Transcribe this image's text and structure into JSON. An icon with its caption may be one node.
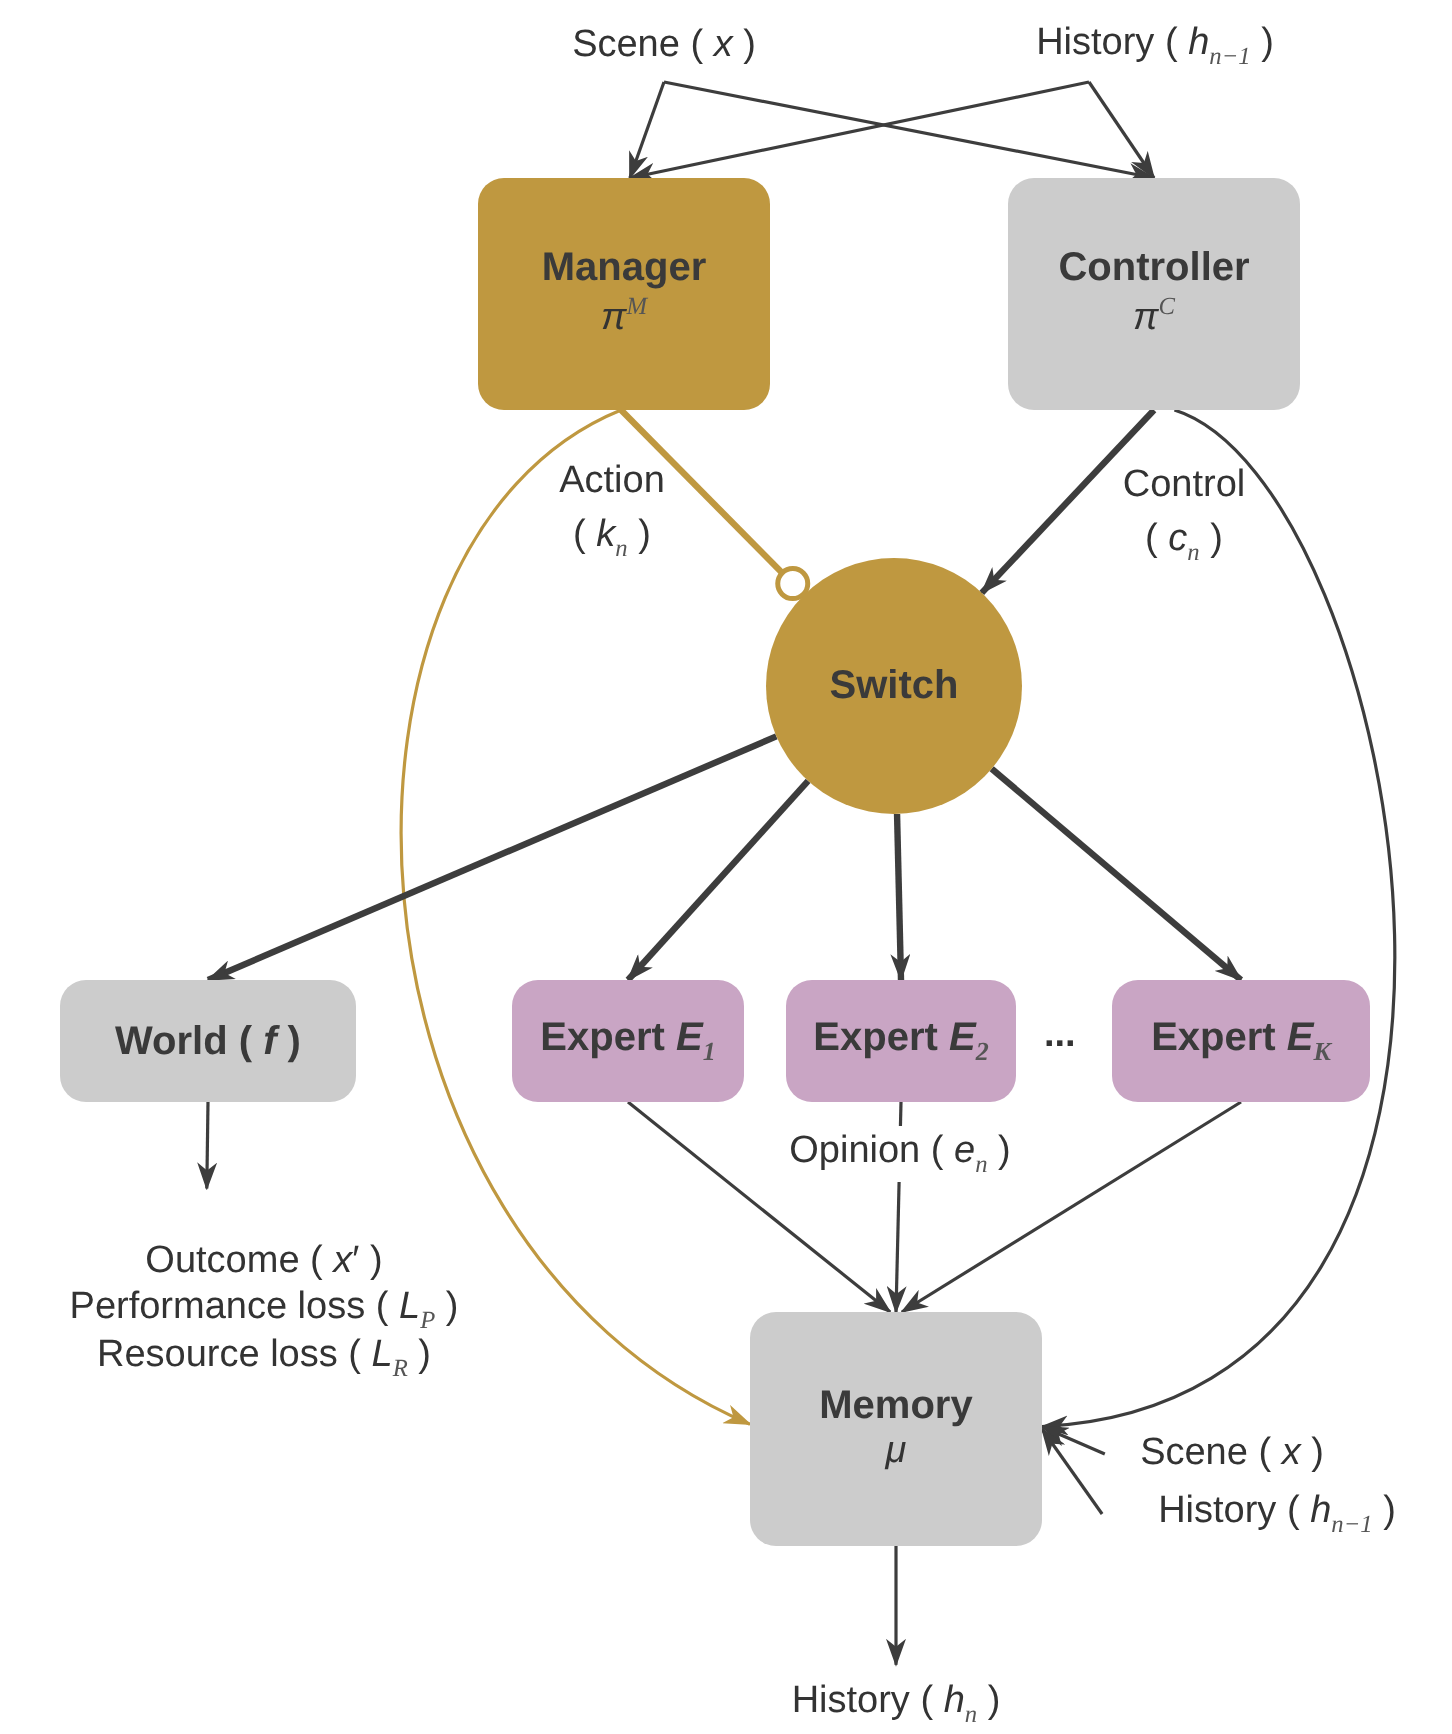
{
  "diagram": {
    "nodes": [
      {
        "text": [
          "Scene ( *x* )"
        ]
      },
      {
        "text": [
          "History ( *h*$_{n−1}$ )"
        ]
      },
      {
        "text": [
          "Manager",
          "*π*$^{M}$"
        ]
      },
      {
        "text": [
          "Controller",
          "*π*$^{C}$"
        ]
      },
      {
        "text": [
          "Switch"
        ]
      },
      {
        "text": [
          "World ( *f* )"
        ]
      },
      {
        "text": [
          "Expert *E*$_{1}$"
        ]
      },
      {
        "text": [
          "Expert *E*$_{2}$"
        ]
      },
      {
        "text": [
          "Expert *E*$_{K}$"
        ]
      },
      {
        "text": [
          "Outcome ( *x*′ )",
          "Performance loss ( *L*$_{P}$ )",
          "Resource loss ( *L*$_{R}$ )"
        ]
      },
      {
        "text": [
          "Memory",
          "*μ*"
        ]
      },
      {
        "text": [
          "Scene ( *x* )"
        ]
      },
      {
        "text": [
          "History ( *h*$_{n−1}$ )"
        ]
      },
      {
        "text": [
          "History ( *h*$_{n}$ )"
        ]
      }
    ],
    "edges": [
      {
        "from": 0,
        "to": 2,
        "arrow": "to"
      },
      {
        "from": 0,
        "to": 3,
        "arrow": "to"
      },
      {
        "from": 1,
        "to": 2,
        "arrow": "to"
      },
      {
        "from": 1,
        "to": 3,
        "arrow": "to"
      },
      {
        "from": 2,
        "to": 4,
        "arrow": "other",
        "label": "Action ( *k*$_{n}$ )",
        "style": "thick",
        "color": "#bf9840"
      },
      {
        "from": 3,
        "to": 4,
        "arrow": "to",
        "label": "Control ( *c*$_{n}$ )",
        "style": "thick"
      },
      {
        "from": 2,
        "to": 10,
        "arrow": "to",
        "color": "#bf9840"
      },
      {
        "from": 3,
        "to": 10,
        "arrow": "to"
      },
      {
        "from": 4,
        "to": 5,
        "arrow": "to",
        "style": "thick"
      },
      {
        "from": 4,
        "to": 6,
        "arrow": "to",
        "style": "thick"
      },
      {
        "from": 4,
        "to": 7,
        "arrow": "to",
        "style": "thick"
      },
      {
        "from": 4,
        "to": 8,
        "arrow": "to",
        "style": "thick"
      },
      {
        "from": 5,
        "to": 9,
        "arrow": "to"
      },
      {
        "from": 6,
        "to": 10,
        "arrow": "to"
      },
      {
        "from": 7,
        "to": 10,
        "arrow": "to",
        "label": "Opinion ( *e*$_{n}$ )"
      },
      {
        "from": 8,
        "to": 10,
        "arrow": "to"
      },
      {
        "from": 11,
        "to": 10,
        "arrow": "to"
      },
      {
        "from": 12,
        "to": 10,
        "arrow": "to"
      },
      {
        "from": 10,
        "to": 13,
        "arrow": "to"
      }
    ],
    "labels": [
      "..."
    ]
  }
}
